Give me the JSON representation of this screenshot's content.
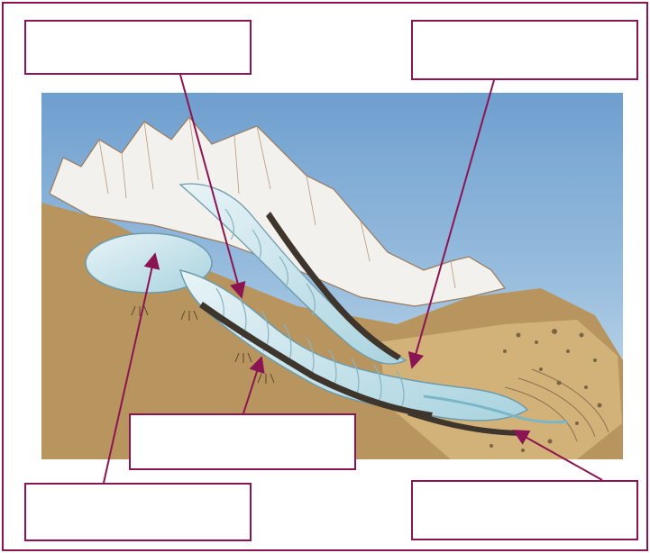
{
  "diagram": {
    "subject": "valley glacier",
    "colors": {
      "frame": "#8b1452",
      "sky_top": "#6f9fcf",
      "sky_bottom": "#d6e6f2",
      "ground": "#b8955e",
      "ice": "#cfe6ee",
      "snow": "#f3f1ee",
      "moraine": "#3e352c"
    },
    "labels": [
      {
        "id": "top-left",
        "text": ""
      },
      {
        "id": "top-right",
        "text": ""
      },
      {
        "id": "bottom-center",
        "text": ""
      },
      {
        "id": "bottom-left",
        "text": ""
      },
      {
        "id": "bottom-right",
        "text": ""
      }
    ]
  }
}
